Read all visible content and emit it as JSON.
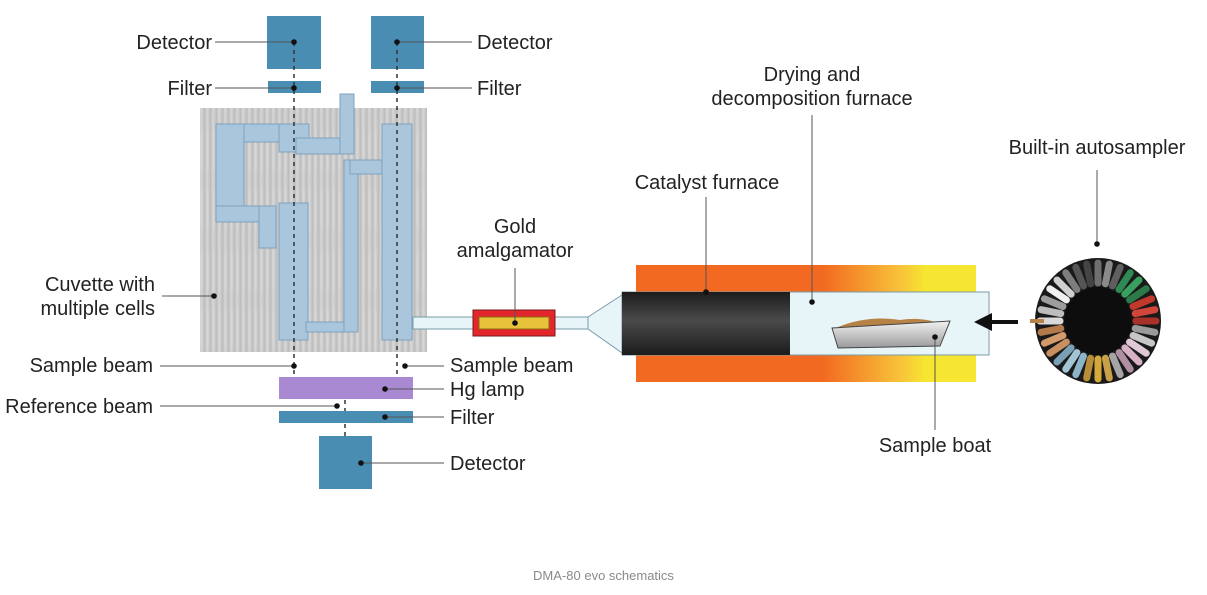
{
  "labels": {
    "detector_top_left": "Detector",
    "detector_top_right": "Detector",
    "filter_top_left": "Filter",
    "filter_top_right": "Filter",
    "cuvette_line1": "Cuvette with",
    "cuvette_line2": "multiple cells",
    "sample_beam_left": "Sample beam",
    "sample_beam_right": "Sample beam",
    "hg_lamp": "Hg lamp",
    "reference_beam": "Reference beam",
    "filter_bottom": "Filter",
    "detector_bottom": "Detector",
    "gold_line1": "Gold",
    "gold_line2": "amalgamator",
    "catalyst_furnace": "Catalyst furnace",
    "drying_line1": "Drying and",
    "drying_line2": "decomposition furnace",
    "autosampler": "Built-in autosampler",
    "sample_boat": "Sample boat"
  },
  "caption": "DMA-80 evo schematics",
  "colors": {
    "detector_blue": "#4a8db3",
    "cuvette_grey": "#c8c8c8",
    "cell_blue": "#a9c6dc",
    "hg_lamp_purple": "#a98ad2",
    "amalgamator_red": "#e3262b",
    "amalgamator_gold": "#e8c23a",
    "furnace_orange": "#f26a21",
    "furnace_yellow": "#f6e531",
    "catalyst_dark": "#2a2a2a",
    "tube_glass": "#e7f5f9",
    "sample_brown": "#b78245"
  },
  "icons": [
    "arrow-left-icon",
    "autosampler-wheel-icon"
  ]
}
